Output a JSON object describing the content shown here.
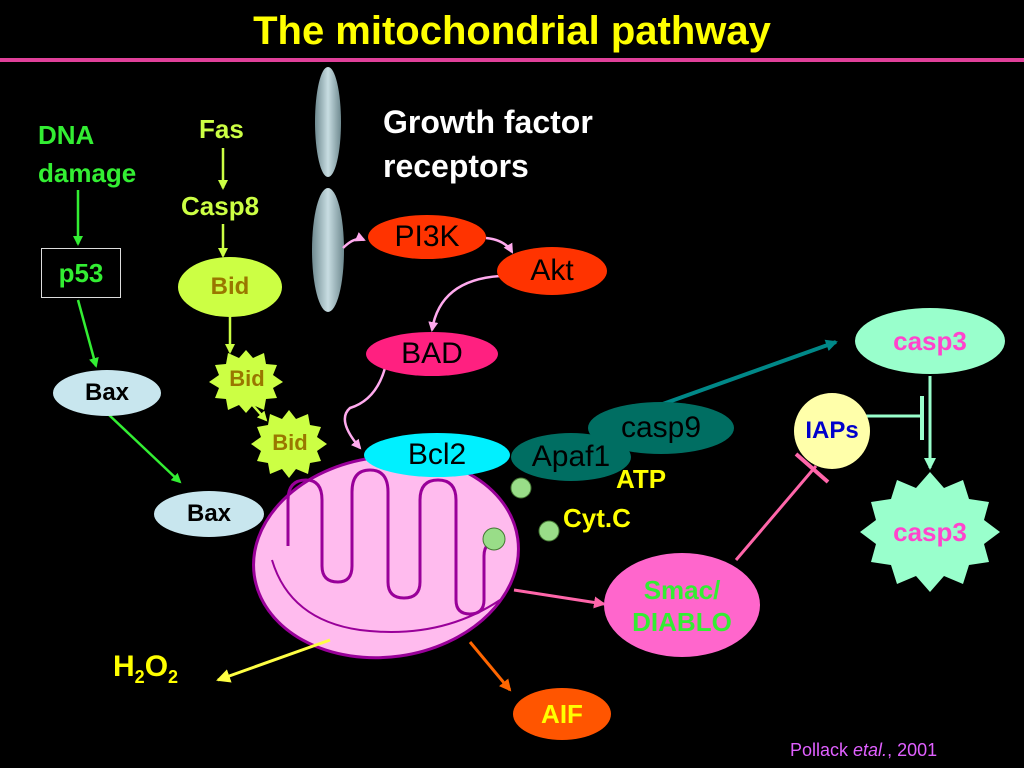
{
  "title": "The mitochondrial pathway",
  "receptor_label": "Growth factor receptors",
  "inputs": {
    "dna_damage": "DNA damage",
    "fas": "Fas",
    "casp8": "Casp8"
  },
  "nodes": {
    "p53": "p53",
    "bid": "Bid",
    "bax": "Bax",
    "pi3k": "PI3K",
    "akt": "Akt",
    "bad": "BAD",
    "bcl2": "Bcl2",
    "apaf1": "Apaf1",
    "casp9": "casp9",
    "casp3": "casp3",
    "iaps": "IAPs",
    "atp": "ATP",
    "cytc": "Cyt.C",
    "smac_line1": "Smac/",
    "smac_line2": "DIABLO",
    "aif": "AIF",
    "h2o2_h": "H",
    "h2o2_2a": "2",
    "h2o2_o": "O",
    "h2o2_2b": "2"
  },
  "credit": {
    "author": "Pollack ",
    "etal": "etal.",
    "year": ", 2001"
  },
  "colors": {
    "title": "#ffff00",
    "rule": "#e0409a",
    "green": "#33ee33",
    "lime": "#ccff44",
    "pale_blue": "#c8e6ee",
    "pink": "#ff2080",
    "red": "#ff3300",
    "cyan": "#00f0ff",
    "teal": "#008878",
    "aqua": "#99ffcc",
    "mito_fill": "#ffbbee",
    "mito_edge": "#990099"
  }
}
